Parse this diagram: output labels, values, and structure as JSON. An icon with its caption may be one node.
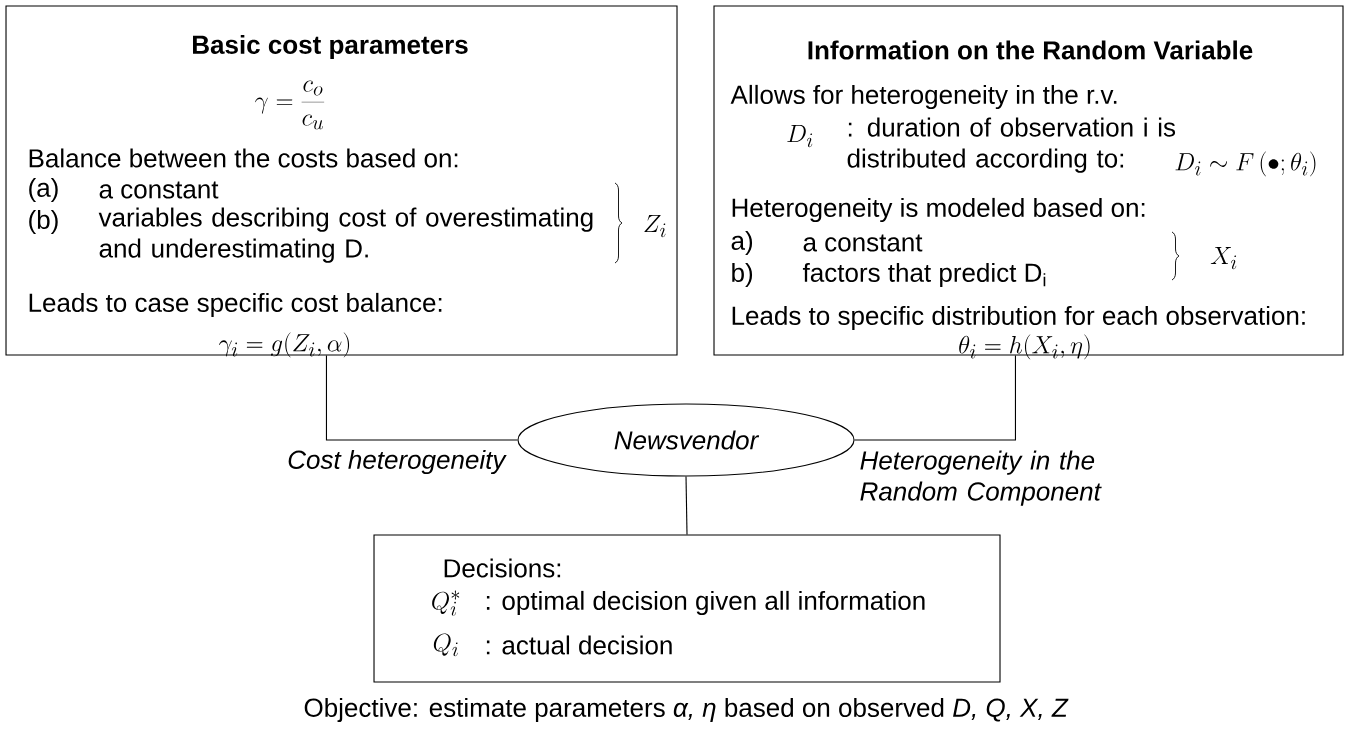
{
  "diagram": {
    "caption": "Objective: estimate parameters *α, η* based on observed *D, Q, X, Z*",
    "nodes": [
      {
        "text": [
          "Basic cost parameters",
          "\\gamma = \\frac{c_o}{c_u}",
          "Balance between the costs based on:",
          "(a)",
          "a constant",
          "(b)",
          "variables describing cost of overestimating and underestimating D.",
          "Z_i",
          "Leads to case specific cost balance:",
          "\\gamma_i = g(Z_i, \\alpha)"
        ]
      },
      {
        "text": [
          "Information on the Random Variable",
          "Allows for heterogeneity in the r.v.",
          "D_i",
          ": duration of observation i is distributed according to:",
          "D_i \\sim F\\left(\\bullet;\\theta_i\\right)",
          "Heterogeneity is modeled based on:",
          "a)",
          "a constant",
          "b)",
          "factors that predict D$_{i}$",
          "X_i",
          "Leads to specific distribution for each observation:",
          "\\theta_i = h(X_i, \\eta)"
        ]
      },
      {
        "text": [
          "Newsvendor"
        ]
      },
      {
        "text": [
          "Decisions:",
          "Q_i^*",
          ": optimal decision given all information",
          "Q_i",
          ": actual decision"
        ]
      }
    ],
    "edges": [
      {
        "from": 0,
        "to": 2,
        "arrow": "none",
        "label": "Cost heterogeneity"
      },
      {
        "from": 1,
        "to": 2,
        "arrow": "none",
        "label": "Heterogeneity in the Random Component"
      },
      {
        "from": 2,
        "to": 3,
        "arrow": "none"
      }
    ]
  }
}
